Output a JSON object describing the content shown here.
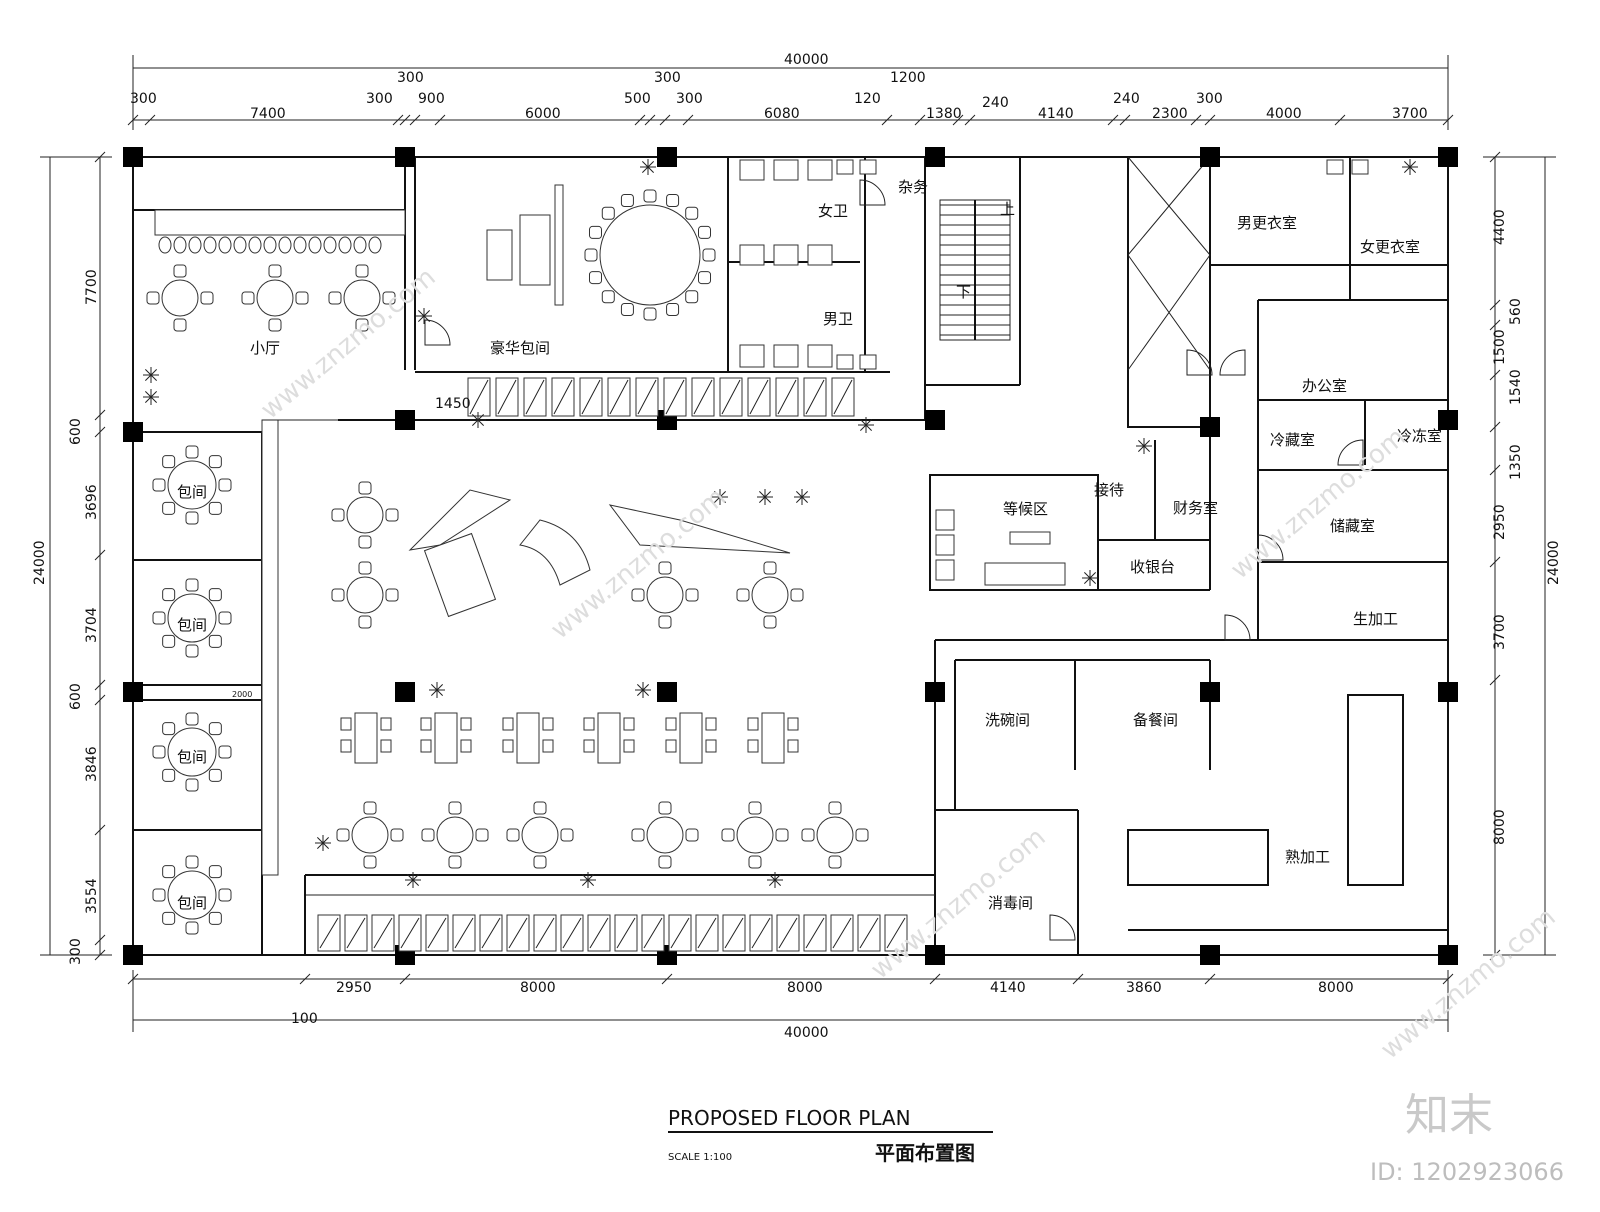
{
  "rooms": {
    "xiaoting": "小厅",
    "haohua_baojian": "豪华包间",
    "nv_wei": "女卫",
    "nan_wei": "男卫",
    "zawu": "杂务",
    "shang": "上",
    "xia": "下",
    "nan_gengyi": "男更衣室",
    "nv_gengyi": "女更衣室",
    "bangong": "办公室",
    "lengcang": "冷藏室",
    "lengdong": "冷冻室",
    "chucang": "储藏室",
    "shengjiagong": "生加工",
    "denghouqu": "等候区",
    "jiedai": "接待",
    "caiwu": "财务室",
    "shouyin": "收银台",
    "baojian": "包间",
    "xiwan": "洗碗间",
    "beican": "备餐间",
    "shujiagong": "熟加工",
    "xiaodu": "消毒间"
  },
  "dimensions": {
    "total": "40000",
    "total_height": "24000",
    "top_row1": [
      "300",
      "300",
      "1200"
    ],
    "top_row2": [
      "300",
      "7400",
      "300",
      "900",
      "6000",
      "500",
      "300",
      "6080",
      "120",
      "1380",
      "240",
      "4140",
      "240",
      "2300",
      "300",
      "4000",
      "3700"
    ],
    "bottom": [
      "2950",
      "8000",
      "8000",
      "4140",
      "3860",
      "8000"
    ],
    "bottom_extra": "100",
    "left": [
      "7700",
      "600",
      "3696",
      "3704",
      "600",
      "3846",
      "3554",
      "300"
    ],
    "right": [
      "4400",
      "560",
      "1500",
      "1540",
      "1350",
      "2950",
      "3700",
      "8000"
    ],
    "interior": [
      "1450",
      "2000"
    ]
  },
  "title": {
    "english": "PROPOSED FLOOR PLAN",
    "chinese": "平面布置图",
    "scale": "SCALE 1:100"
  },
  "watermark": {
    "logo": "知末",
    "id": "ID: 1202923066",
    "site": "www.znzmo.com"
  }
}
